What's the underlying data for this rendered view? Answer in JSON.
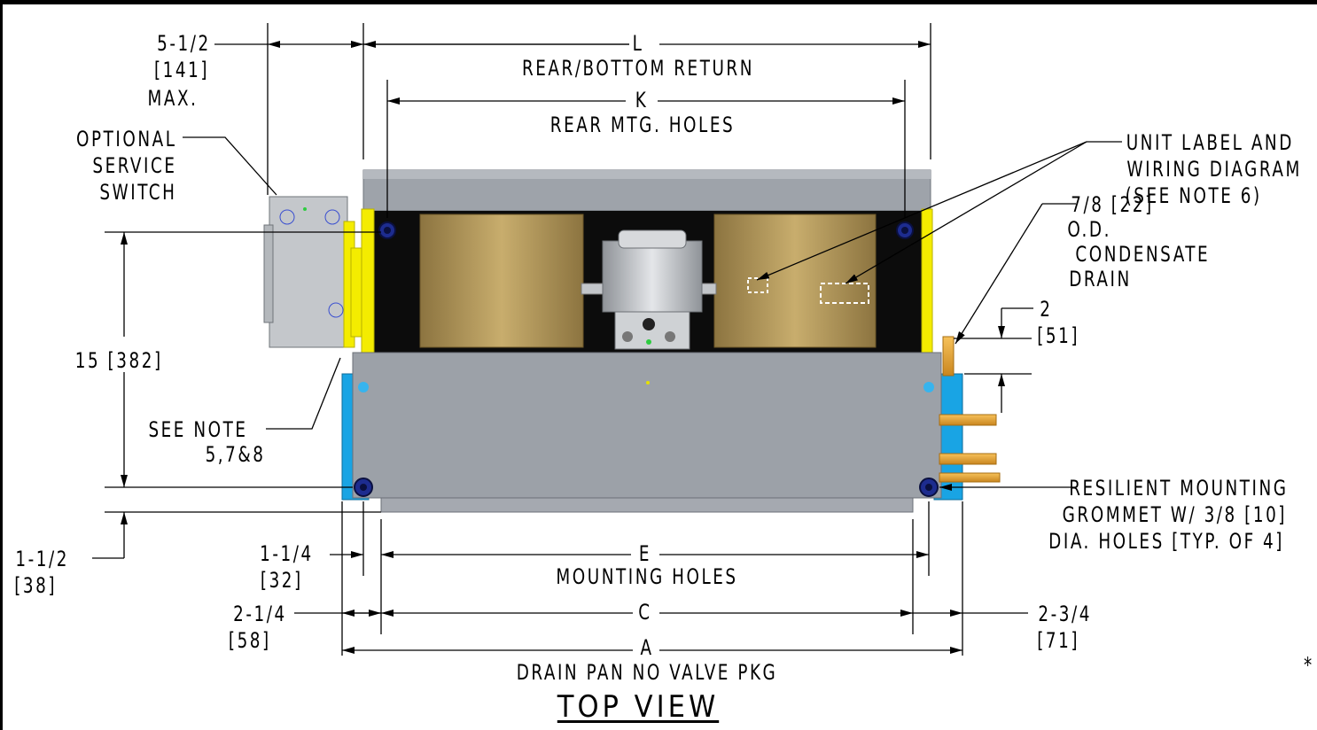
{
  "colors": {
    "housing": "#9aa0a8",
    "housing_dark": "#7f858c",
    "coil": "#111111",
    "wheel": "#b79b5e",
    "yellow": "#f4f000",
    "cyan": "#1aa7e6",
    "pipe": "#e8a93a",
    "grommet": "#1d2c8f",
    "motor": "#c9ccd0"
  },
  "labels": {
    "dim_l": "L",
    "rear_bottom_return": "REAR/BOTTOM RETURN",
    "dim_k": "K",
    "rear_mtg_holes": "REAR MTG. HOLES",
    "dim_5_1_2": "5-1/2",
    "dim_141": "[141]",
    "max": "MAX.",
    "optional": "OPTIONAL",
    "service": "SERVICE",
    "switch": "SWITCH",
    "unit_label_1": "UNIT LABEL AND",
    "unit_label_2": "WIRING DIAGRAM",
    "unit_label_3": "(SEE NOTE 6)",
    "drain_1": "7/8 [22]",
    "drain_2": "O.D.",
    "drain_3": "CONDENSATE",
    "drain_4": "DRAIN",
    "dim_2": "2",
    "dim_51": "[51]",
    "dim_15": "15 [382]",
    "see_note_1": "SEE NOTE",
    "see_note_2": "5,7&8",
    "grommet_1": "RESILIENT MOUNTING",
    "grommet_2": "GROMMET W/ 3/8 [10]",
    "grommet_3": "DIA. HOLES [TYP. OF 4]",
    "dim_1_1_2": "1-1/2",
    "dim_38": "[38]",
    "dim_1_1_4": "1-1/4",
    "dim_32": "[32]",
    "dim_e": "E",
    "mounting_holes": "MOUNTING HOLES",
    "dim_2_1_4": "2-1/4",
    "dim_58": "[58]",
    "dim_c": "C",
    "dim_2_3_4": "2-3/4",
    "dim_71": "[71]",
    "dim_a": "A",
    "drain_pan": "DRAIN PAN NO VALVE PKG",
    "asterisk": "*",
    "title": "TOP VIEW"
  }
}
